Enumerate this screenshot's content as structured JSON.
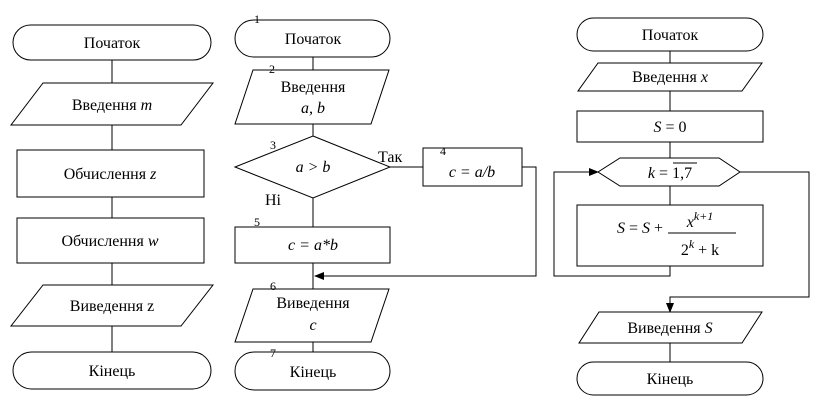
{
  "flow1": {
    "start": "Початок",
    "input_label": "Введення",
    "input_var": "m",
    "calc1_label": "Обчислення",
    "calc1_var": "z",
    "calc2_label": "Обчислення",
    "calc2_var": "w",
    "output": "Виведення z",
    "end": "Кінець"
  },
  "flow2": {
    "n1": "1",
    "n2": "2",
    "n3": "3",
    "n4": "4",
    "n5": "5",
    "n6": "6",
    "n7": "7",
    "start": "Початок",
    "input_label": "Введення",
    "input_vars": "a, b",
    "condition": "a > b",
    "yes": "Так",
    "no": "Ні",
    "yes_action": "c = a/b",
    "no_action": "c = a*b",
    "output_label": "Виведення",
    "output_var": "c",
    "end": "Кінець"
  },
  "flow3": {
    "start": "Початок",
    "input_label": "Введення",
    "input_var": "x",
    "init": "S = 0",
    "loop_k": "k",
    "loop_eq": " = ",
    "loop_range": "1,7",
    "body_lhs": "S = S +",
    "body_num_base": "x",
    "body_num_exp": "k+1",
    "body_den_base": "2",
    "body_den_exp": "k",
    "body_den_tail": " + k",
    "output_label": "Виведення",
    "output_var": "S",
    "end": "Кінець"
  }
}
